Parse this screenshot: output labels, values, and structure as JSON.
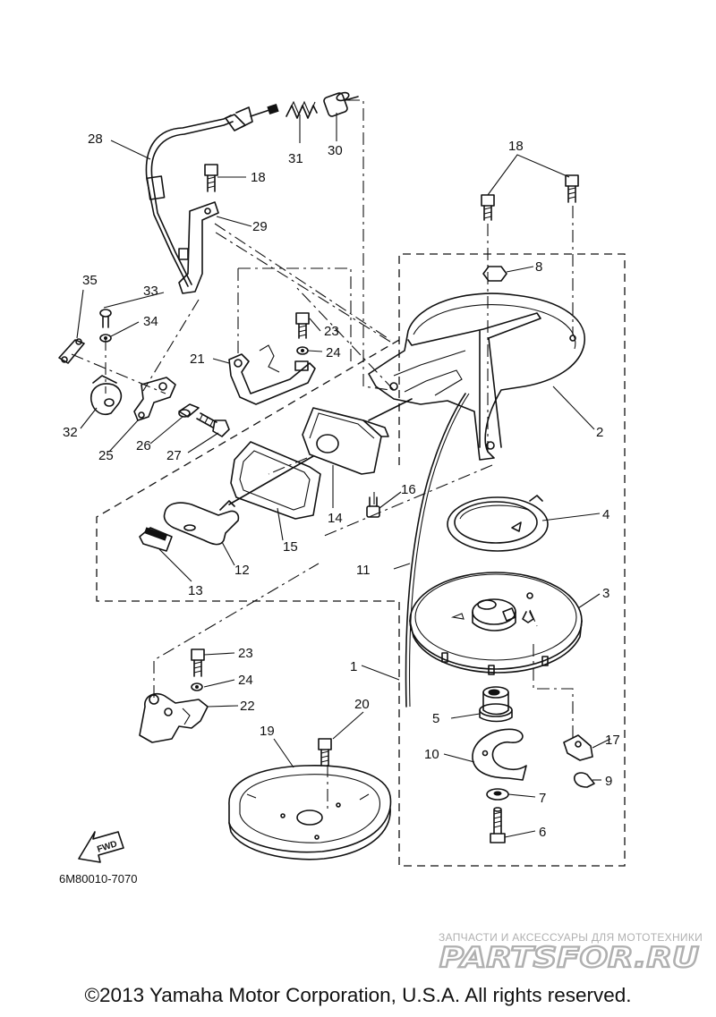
{
  "diagram": {
    "part_labels": {
      "p1": "1",
      "p2": "2",
      "p3": "3",
      "p4": "4",
      "p5": "5",
      "p6": "6",
      "p7": "7",
      "p8": "8",
      "p9": "9",
      "p10": "10",
      "p11": "11",
      "p12": "12",
      "p13": "13",
      "p14": "14",
      "p15": "15",
      "p16": "16",
      "p17": "17",
      "p18a": "18",
      "p18b": "18",
      "p19": "19",
      "p20": "20",
      "p21": "21",
      "p22": "22",
      "p23a": "23",
      "p23b": "23",
      "p24a": "24",
      "p24b": "24",
      "p25": "25",
      "p26": "26",
      "p27": "27",
      "p28": "28",
      "p29": "29",
      "p30": "30",
      "p31": "31",
      "p32": "32",
      "p33": "33",
      "p34": "34",
      "p35": "35"
    },
    "fwd_label": "FWD",
    "drawing_code": "6M80010-7070"
  },
  "watermark": {
    "tagline": "ЗАПЧАСТИ И АКСЕССУАРЫ ДЛЯ МОТОТЕХНИКИ",
    "logo_text": "PARTSFOR.RU",
    "color": "#b0b0b0"
  },
  "footer": {
    "copyright": "©2013 Yamaha Motor Corporation, U.S.A. All rights reserved."
  }
}
